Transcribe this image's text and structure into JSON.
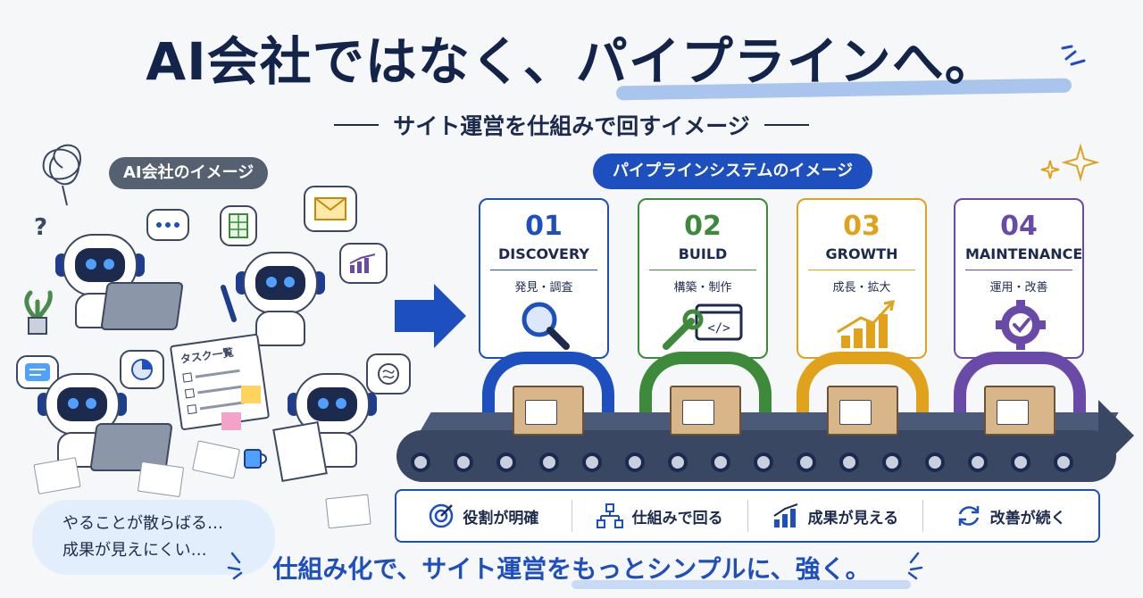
{
  "title": "AI会社ではなく、パイプラインへ。",
  "subtitle": "サイト運営を仕組みで回すイメージ",
  "left": {
    "label": "AI会社のイメージ",
    "task_card": "タスク一覧",
    "question_mark": "?",
    "chaos_lines": [
      "やることが散らばる…",
      "成果が見えにくい…"
    ]
  },
  "right": {
    "label": "パイプラインシステムのイメージ",
    "stages": [
      {
        "num": "01",
        "name": "DISCOVERY",
        "jp": "発見・調査",
        "color": "#1d4fbf",
        "icon": "magnifier-icon"
      },
      {
        "num": "02",
        "name": "BUILD",
        "jp": "構築・制作",
        "color": "#3c8a3a",
        "icon": "wrench-code-icon"
      },
      {
        "num": "03",
        "name": "GROWTH",
        "jp": "成長・拡大",
        "color": "#e0a21a",
        "icon": "growth-chart-icon"
      },
      {
        "num": "04",
        "name": "MAINTENANCE",
        "jp": "運用・改善",
        "color": "#6a4aa8",
        "icon": "gear-check-icon"
      }
    ]
  },
  "benefits": [
    {
      "icon": "target-icon",
      "text": "役割が明確"
    },
    {
      "icon": "flow-icon",
      "text": "仕組みで回る"
    },
    {
      "icon": "bar-chart-icon",
      "text": "成果が見える"
    },
    {
      "icon": "cycle-icon",
      "text": "改善が続く"
    }
  ],
  "tagline": "仕組み化で、サイト運営をもっとシンプルに、強く。"
}
